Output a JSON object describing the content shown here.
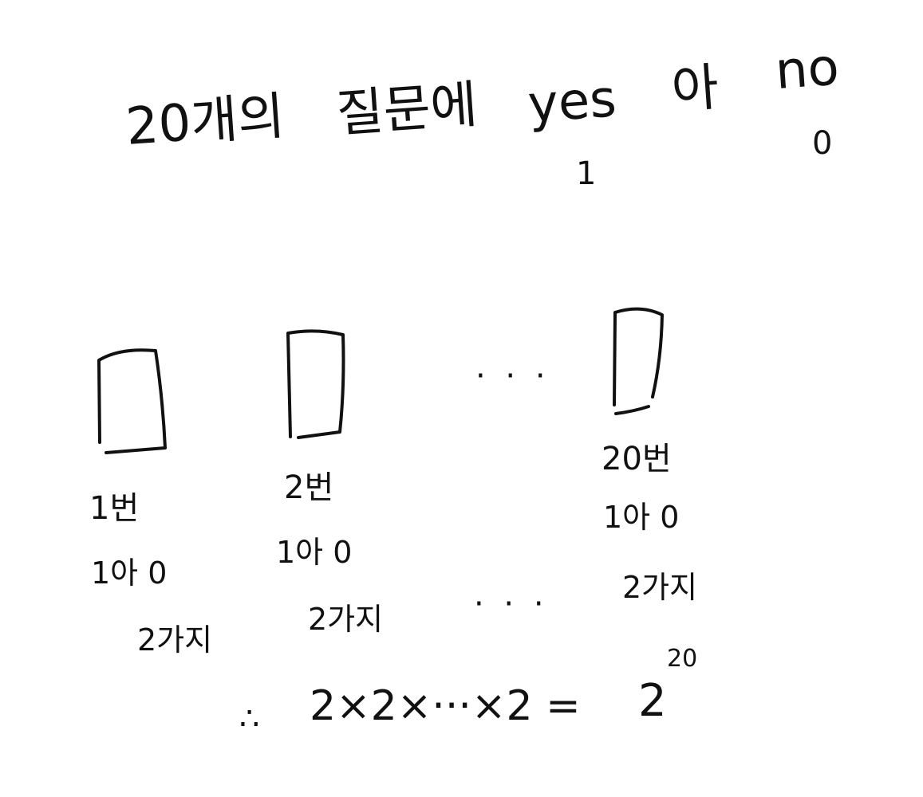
{
  "title": {
    "part1": "20개의",
    "part2": "질문에",
    "yes": "yes",
    "or": "아",
    "no": "no",
    "yes_value": "1",
    "no_value": "0"
  },
  "columns": [
    {
      "label": "1번",
      "choice": "1아 0",
      "count": "2가지"
    },
    {
      "label": "2번",
      "choice": "1아 0",
      "count": "2가지"
    },
    {
      "label": "20번",
      "choice": "1아 0",
      "count": "2가지"
    }
  ],
  "ellipsis_top": "· · ·",
  "ellipsis_mid": "· · ·",
  "formula": {
    "therefore": "∴",
    "expression": "2×2×···×2 =",
    "base": "2",
    "exponent": "20"
  }
}
